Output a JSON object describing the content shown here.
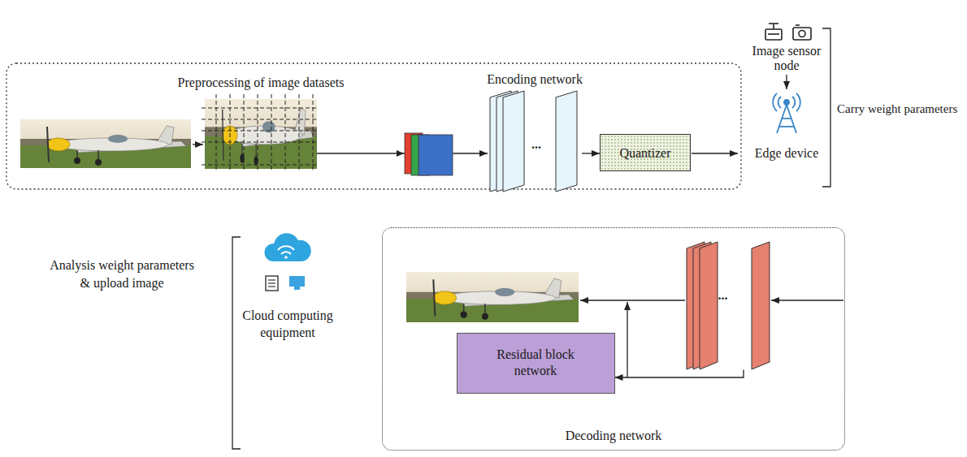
{
  "diagram": {
    "nodes": [
      {
        "text": [
          "Preprocessing of image datasets"
        ]
      },
      {
        "text": [
          "Encoding network",
          "..."
        ]
      },
      {
        "text": [
          "Quantizer"
        ]
      },
      {
        "text": [
          "Image sensor node"
        ]
      },
      {
        "text": [
          "Edge device"
        ]
      },
      {
        "text": [
          "Cloud computing equipment"
        ]
      },
      {
        "text": [
          "Decoding network"
        ]
      },
      {
        "text": [
          "..."
        ],
        "in": 6
      },
      {
        "text": [
          "Residual block network"
        ],
        "in": 6
      }
    ],
    "edges": [
      {
        "from": 0,
        "to": 1,
        "arrow": "to"
      },
      {
        "from": 1,
        "to": 2,
        "arrow": "to"
      },
      {
        "from": 3,
        "to": 4,
        "arrow": "to"
      },
      {
        "from": 7,
        "to": 8,
        "arrow": "to"
      }
    ],
    "labels": [
      "Carry weight parameters",
      "Analysis weight parameters & upload image"
    ]
  }
}
